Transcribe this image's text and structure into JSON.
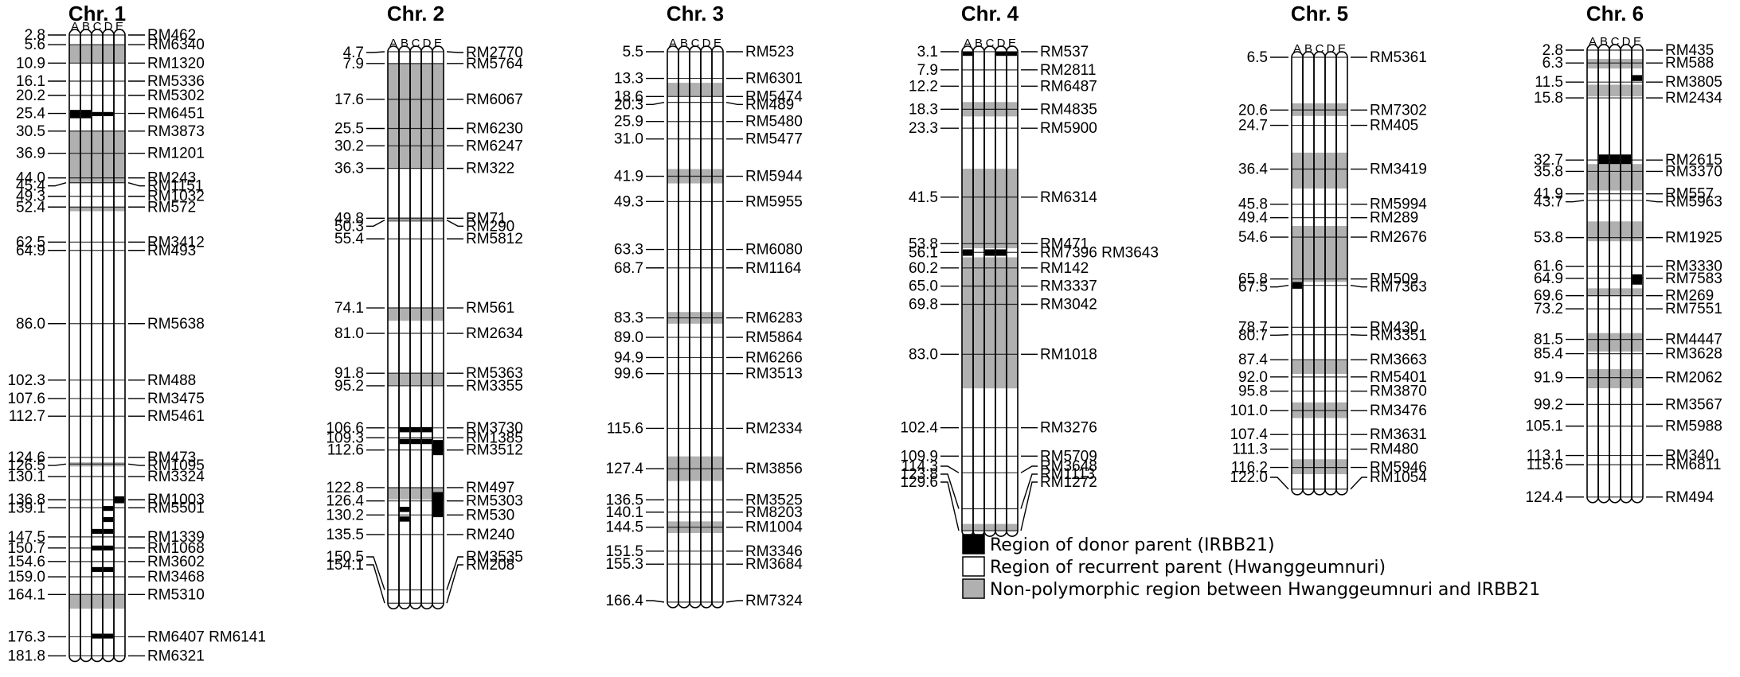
{
  "colors": {
    "donor": "#000000",
    "recurrent": "#ffffff",
    "nonpoly": "#b0b0b0"
  },
  "strains": [
    "A",
    "B",
    "C",
    "D",
    "E"
  ],
  "legend": [
    {
      "key": "donor",
      "label": "Region of donor parent (IRBB21)"
    },
    {
      "key": "recurrent",
      "label": "Region of recurrent parent (Hwanggeumnuri)"
    },
    {
      "key": "nonpoly",
      "label": "Non-polymorphic region between Hwanggeumnuri and IRBB21"
    }
  ],
  "chromosomes": [
    {
      "title": "Chr. 1",
      "start": 2.8,
      "end": 181.8,
      "positions": [
        "2.8",
        "5.6",
        "10.9",
        "16.1",
        "20.2",
        "25.4",
        "30.5",
        "36.9",
        "44.0",
        "45.4",
        "49.3",
        "52.4",
        "62.5",
        "64.9",
        "86.0",
        "102.3",
        "107.6",
        "112.7",
        "124.6",
        "126.5",
        "130.1",
        "136.8",
        "139.1",
        "147.5",
        "150.7",
        "154.6",
        "159.0",
        "164.1",
        "176.3",
        "181.8"
      ],
      "markers": [
        "RM462",
        "RM6340",
        "RM1320",
        "RM5336",
        "RM5302",
        "RM6451",
        "RM3873",
        "RM1201",
        "RM243",
        "RM1151",
        "RM1032",
        "RM572",
        "RM3412",
        "RM493",
        "RM5638",
        "RM488",
        "RM3475",
        "RM5461",
        "RM473",
        "RM1095",
        "RM3324",
        "RM1003",
        "RM5501",
        "RM1339",
        "RM1068",
        "RM3602",
        "RM3468",
        "RM5310",
        "RM6407 RM6141",
        "RM6321"
      ],
      "gray": [
        [
          5.6,
          10.9
        ],
        [
          30.5,
          45.4
        ],
        [
          52.4,
          53.6
        ],
        [
          126.0,
          127.2
        ],
        [
          164.1,
          168.2
        ]
      ],
      "donor": [
        [
          0,
          24.4,
          26.8
        ],
        [
          1,
          24.4,
          26.8
        ],
        [
          2,
          25.0,
          26.2
        ],
        [
          3,
          25.0,
          26.2
        ],
        [
          4,
          135.8,
          137.8
        ],
        [
          3,
          138.6,
          140.0
        ],
        [
          3,
          141.8,
          143.2
        ],
        [
          2,
          145.2,
          146.6
        ],
        [
          3,
          145.2,
          146.6
        ],
        [
          2,
          150.0,
          151.4
        ],
        [
          3,
          150.0,
          151.4
        ],
        [
          2,
          156.2,
          157.6
        ],
        [
          3,
          156.2,
          157.6
        ],
        [
          2,
          175.4,
          176.8
        ],
        [
          3,
          175.4,
          176.8
        ]
      ]
    },
    {
      "title": "Chr. 2",
      "start": 4.7,
      "end": 154.1,
      "positions": [
        "4.7",
        "7.9",
        "17.6",
        "25.5",
        "30.2",
        "36.3",
        "49.8",
        "50.3",
        "55.4",
        "74.1",
        "81.0",
        "91.8",
        "95.2",
        "106.6",
        "109.3",
        "112.6",
        "122.8",
        "126.4",
        "130.2",
        "135.5",
        "150.5",
        "154.1"
      ],
      "markers": [
        "RM2770",
        "RM5764",
        "RM6067",
        "RM6230",
        "RM6247",
        "RM322",
        "RM71",
        "RM290",
        "RM5812",
        "RM561",
        "RM2634",
        "RM5363",
        "RM3355",
        "RM3730",
        "RM1385",
        "RM3512",
        "RM497",
        "RM5303",
        "RM530",
        "RM240",
        "RM3535",
        "RM208"
      ],
      "gray": [
        [
          7.9,
          36.3
        ],
        [
          49.6,
          50.0
        ],
        [
          50.4,
          50.8
        ],
        [
          74.1,
          77.6
        ],
        [
          91.8,
          95.2
        ],
        [
          122.8,
          126.0
        ]
      ],
      "donor": [
        [
          1,
          106.4,
          107.8
        ],
        [
          2,
          106.4,
          107.8
        ],
        [
          3,
          106.4,
          107.8
        ],
        [
          1,
          109.6,
          111.0
        ],
        [
          2,
          109.6,
          111.0
        ],
        [
          3,
          109.6,
          111.0
        ],
        [
          4,
          109.9,
          114.0
        ],
        [
          4,
          124.0,
          130.8
        ],
        [
          1,
          128.0,
          129.4
        ],
        [
          1,
          130.6,
          132.0
        ]
      ]
    },
    {
      "title": "Chr. 3",
      "start": 5.5,
      "end": 166.4,
      "positions": [
        "5.5",
        "13.3",
        "18.6",
        "20.3",
        "25.9",
        "31.0",
        "41.9",
        "49.3",
        "63.3",
        "68.7",
        "83.3",
        "89.0",
        "94.9",
        "99.6",
        "115.6",
        "127.4",
        "136.5",
        "140.1",
        "144.5",
        "151.5",
        "155.3",
        "166.4"
      ],
      "markers": [
        "RM523",
        "RM6301",
        "RM5474",
        "RM489",
        "RM5480",
        "RM5477",
        "RM5944",
        "RM5955",
        "RM6080",
        "RM1164",
        "RM6283",
        "RM5864",
        "RM6266",
        "RM3513",
        "RM2334",
        "RM3856",
        "RM3525",
        "RM8203",
        "RM1004",
        "RM3346",
        "RM3684",
        "RM7324"
      ],
      "gray": [
        [
          14.6,
          18.6
        ],
        [
          39.8,
          44.0
        ],
        [
          81.6,
          85.0
        ],
        [
          123.8,
          131.0
        ],
        [
          142.8,
          146.2
        ]
      ],
      "donor": []
    },
    {
      "title": "Chr. 4",
      "start": 3.1,
      "end": 129.6,
      "positions": [
        "3.1",
        "7.9",
        "12.2",
        "18.3",
        "23.3",
        "41.5",
        "53.8",
        "56.1",
        "60.2",
        "65.0",
        "69.8",
        "83.0",
        "102.4",
        "109.9",
        "114.3",
        "123.8",
        "129.6"
      ],
      "markers": [
        "RM537",
        "RM2811",
        "RM6487",
        "RM4835",
        "RM5900",
        "RM6314",
        "RM471",
        "RM7396 RM3643",
        "RM142",
        "RM3337",
        "RM3042",
        "RM1018",
        "RM3276",
        "RM5709",
        "RM3648",
        "RM1113",
        "RM1272"
      ],
      "gray": [
        [
          16.4,
          20.2
        ],
        [
          34.0,
          55.0
        ],
        [
          57.4,
          92.0
        ],
        [
          127.8,
          129.6
        ]
      ],
      "donor": [
        [
          0,
          3.1,
          4.2
        ],
        [
          3,
          3.1,
          4.2
        ],
        [
          4,
          3.1,
          4.2
        ],
        [
          0,
          55.3,
          57.0
        ],
        [
          2,
          55.3,
          57.0
        ],
        [
          3,
          55.3,
          57.0
        ]
      ]
    },
    {
      "title": "Chr. 5",
      "start": 6.5,
      "end": 122.0,
      "positions": [
        "6.5",
        "20.6",
        "24.7",
        "36.4",
        "45.8",
        "49.4",
        "54.6",
        "65.8",
        "67.5",
        "78.7",
        "80.7",
        "87.4",
        "92.0",
        "95.8",
        "101.0",
        "107.4",
        "111.3",
        "116.2",
        "122.0"
      ],
      "markers": [
        "RM5361",
        "RM7302",
        "RM405",
        "RM3419",
        "RM5994",
        "RM289",
        "RM2676",
        "RM509",
        "RM7363",
        "RM430",
        "RM3351",
        "RM3663",
        "RM5401",
        "RM3870",
        "RM3476",
        "RM3631",
        "RM480",
        "RM5946",
        "RM1054"
      ],
      "gray": [
        [
          18.8,
          22.2
        ],
        [
          32.0,
          41.6
        ],
        [
          51.6,
          66.6
        ],
        [
          87.6,
          91.2
        ],
        [
          98.8,
          103.0
        ],
        [
          114.0,
          118.0
        ]
      ],
      "donor": [
        [
          0,
          66.6,
          68.4
        ]
      ]
    },
    {
      "title": "Chr. 6",
      "start": 2.8,
      "end": 124.4,
      "positions": [
        "2.8",
        "6.3",
        "11.5",
        "15.8",
        "32.7",
        "35.8",
        "41.9",
        "43.7",
        "53.8",
        "61.6",
        "64.9",
        "69.6",
        "73.2",
        "81.5",
        "85.4",
        "91.9",
        "99.2",
        "105.1",
        "113.1",
        "115.6",
        "124.4"
      ],
      "markers": [
        "RM435",
        "RM588",
        "RM3805",
        "RM2434",
        "RM2615",
        "RM3370",
        "RM557",
        "RM5963",
        "RM1925",
        "RM3330",
        "RM7583",
        "RM269",
        "RM7551",
        "RM4447",
        "RM3628",
        "RM2062",
        "RM3567",
        "RM5988",
        "RM340",
        "RM6811",
        "RM494"
      ],
      "gray": [
        [
          5.2,
          7.8
        ],
        [
          12.2,
          15.4
        ],
        [
          33.8,
          41.0
        ],
        [
          49.4,
          54.8
        ],
        [
          67.6,
          69.8
        ],
        [
          79.8,
          84.8
        ],
        [
          89.6,
          94.8
        ]
      ],
      "donor": [
        [
          4,
          9.6,
          11.2
        ],
        [
          1,
          31.2,
          33.8
        ],
        [
          2,
          31.2,
          33.8
        ],
        [
          3,
          31.2,
          33.8
        ],
        [
          4,
          63.8,
          66.6
        ]
      ]
    }
  ]
}
